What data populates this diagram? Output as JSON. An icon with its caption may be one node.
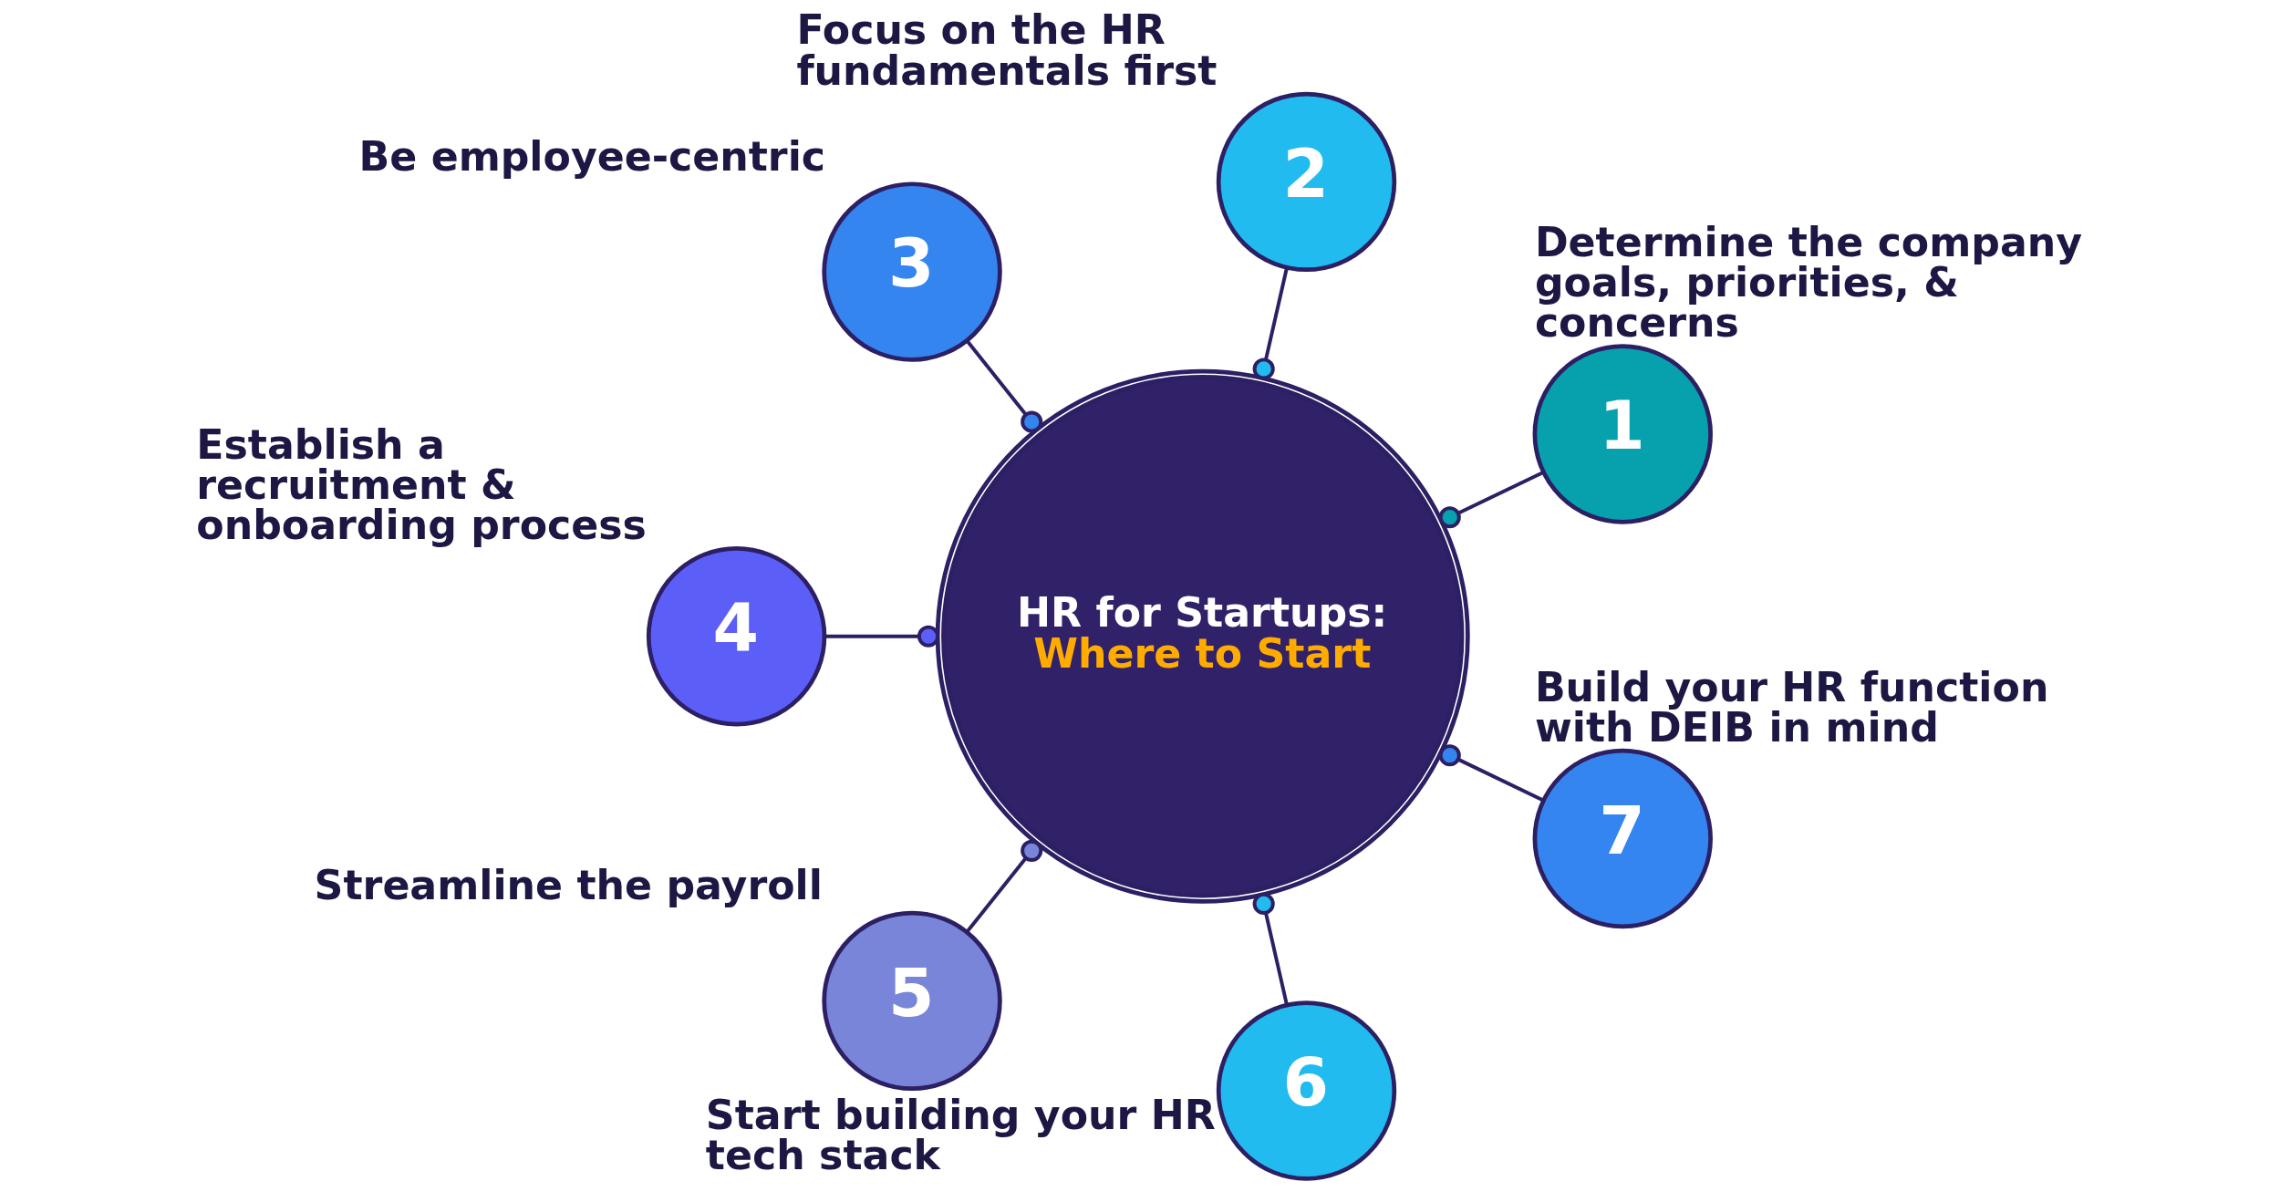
{
  "diagram": {
    "nodes": [
      {
        "text": [
          "HR for Startups:",
          "Where to Start"
        ]
      },
      {
        "text": [
          "1"
        ],
        "beside": [
          "Determine the company goals, priorities, & concerns"
        ]
      },
      {
        "text": [
          "2"
        ],
        "beside": [
          "Focus on the HR fundamentals first"
        ]
      },
      {
        "text": [
          "3"
        ],
        "beside": [
          "Be employee-centric"
        ]
      },
      {
        "text": [
          "4"
        ],
        "beside": [
          "Establish a recruitment & onboarding process"
        ]
      },
      {
        "text": [
          "5"
        ],
        "beside": [
          "Streamline the payroll"
        ]
      },
      {
        "text": [
          "6"
        ],
        "beside": [
          "Start building your HR tech stack"
        ]
      },
      {
        "text": [
          "7"
        ],
        "beside": [
          "Build your HR function with DEIB in mind"
        ]
      }
    ],
    "edges": [
      {
        "from": 0,
        "to": 3,
        "arrow": "other"
      },
      {
        "from": 0,
        "to": 2,
        "arrow": "other"
      },
      {
        "from": 0,
        "to": 1,
        "arrow": "other"
      },
      {
        "from": 0,
        "to": 7,
        "arrow": "other"
      },
      {
        "from": 0,
        "to": 6,
        "arrow": "other"
      },
      {
        "from": 0,
        "to": 5,
        "arrow": "other"
      },
      {
        "from": 0,
        "to": 4,
        "arrow": "other"
      }
    ]
  }
}
